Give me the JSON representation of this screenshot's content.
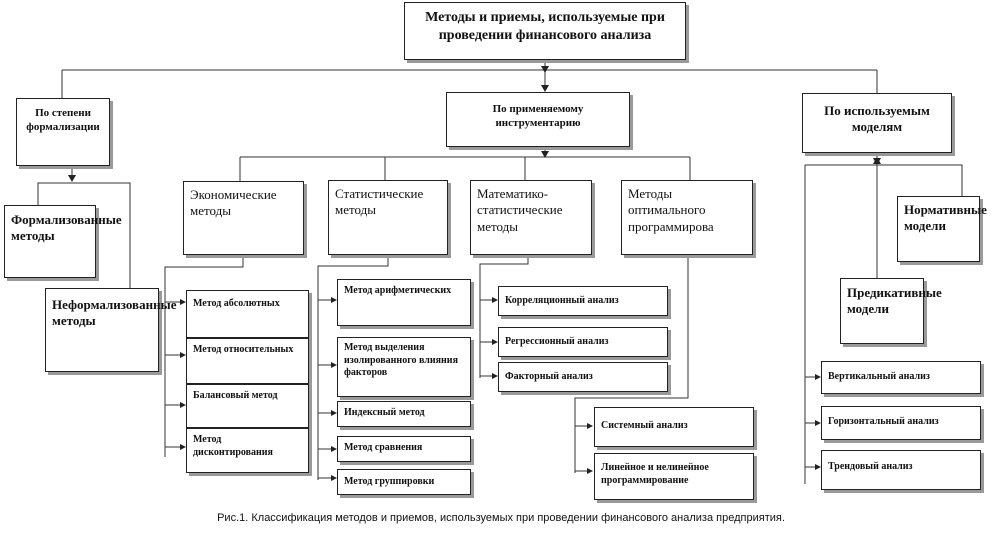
{
  "root": "Методы и приемы, используемые при проведении финансового анализа",
  "categories": {
    "formalization": "По степени формализации",
    "instrumentation": "По применяемому инструментарию",
    "models": "По используемым моделям"
  },
  "formalization_items": {
    "formalized": "Формализованные методы",
    "nonformalized": "Неформализованные методы"
  },
  "method_groups": {
    "economic": "Экономические методы",
    "statistical": "Статистические методы",
    "math_statistical": "Математико-статистические методы",
    "optimal_programming": "Методы оптимального программирова"
  },
  "economic_items": [
    "Метод абсолютных",
    "Метод относительных",
    "Балансовый метод",
    "Метод дисконтирования"
  ],
  "statistical_items": [
    "Метод арифметических",
    "Метод выделения изолированного влияния факторов",
    "Индексный метод",
    "Метод сравнения",
    "Метод группировки"
  ],
  "math_items": [
    "Корреляционный анализ",
    "Регрессионный анализ",
    "Факторный анализ"
  ],
  "optimal_items": [
    "Системный анализ",
    "Линейное и нелинейное программирование"
  ],
  "model_types": {
    "normative": "Нормативные модели",
    "predictive": "Предикативные модели"
  },
  "model_analyses": [
    "Вертикальный анализ",
    "Горизонтальный анализ",
    "Трендовый анализ"
  ],
  "caption": "Рис.1. Классификация методов и приемов, используемых при проведении финансового анализа предприятия."
}
